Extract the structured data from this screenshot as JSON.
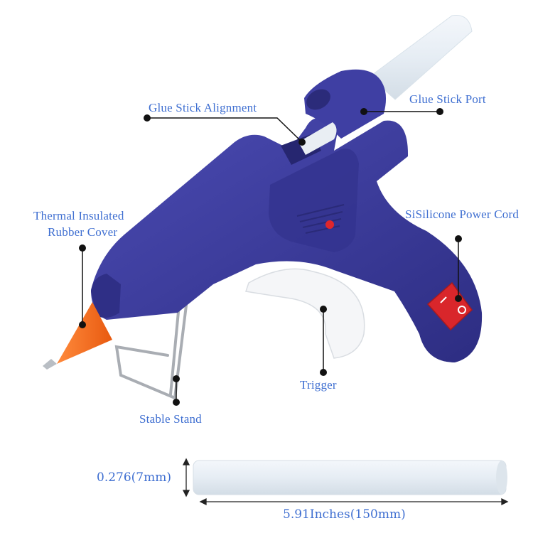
{
  "callouts": {
    "glue_stick_alignment": "Glue Stick Alignment",
    "glue_stick_port": "Glue Stick Port",
    "thermal_insulated_line1": "Thermal Insulated",
    "thermal_insulated_line2": "Rubber Cover",
    "power_cord": "SiSilicone Power Cord",
    "trigger": "Trigger",
    "stable_stand": "Stable Stand"
  },
  "dimensions": {
    "diameter": "0.276(7mm)",
    "length": "5.91Inches(150mm)"
  },
  "colors": {
    "body": "#3a3a9a",
    "nozzle": "#f26a1b",
    "switch": "#d9262b",
    "label": "#3f6fd1"
  }
}
